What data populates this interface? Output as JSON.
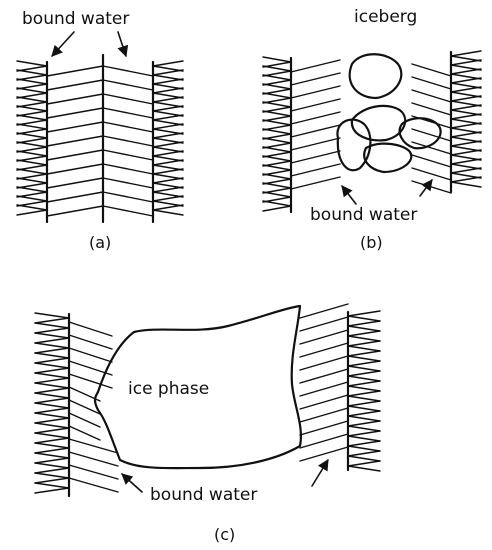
{
  "panel_a": {
    "label_bound_water": "bound water",
    "caption": "(a)"
  },
  "panel_b": {
    "label_iceberg": "iceberg",
    "label_bound_water": "bound water",
    "caption": "(b)"
  },
  "panel_c": {
    "label_ice_phase": "ice phase",
    "label_bound_water": "bound water",
    "caption": "(c)"
  },
  "colors": {
    "ink": "#111111",
    "background": "#ffffff"
  }
}
